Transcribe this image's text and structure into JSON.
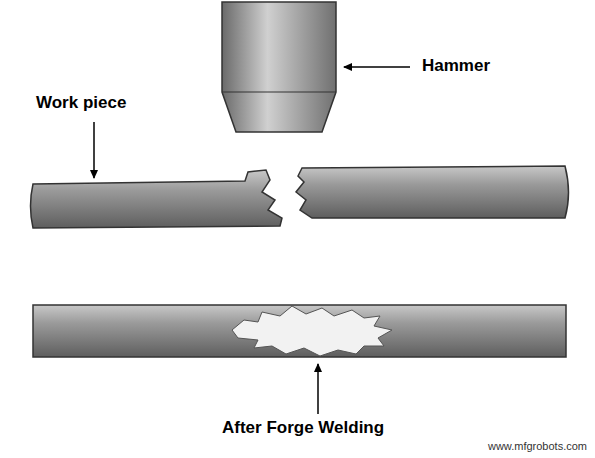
{
  "diagram": {
    "labels": [
      "Hammer",
      "Work piece",
      "After Forge Welding",
      "www.mfgrobots.com"
    ]
  }
}
